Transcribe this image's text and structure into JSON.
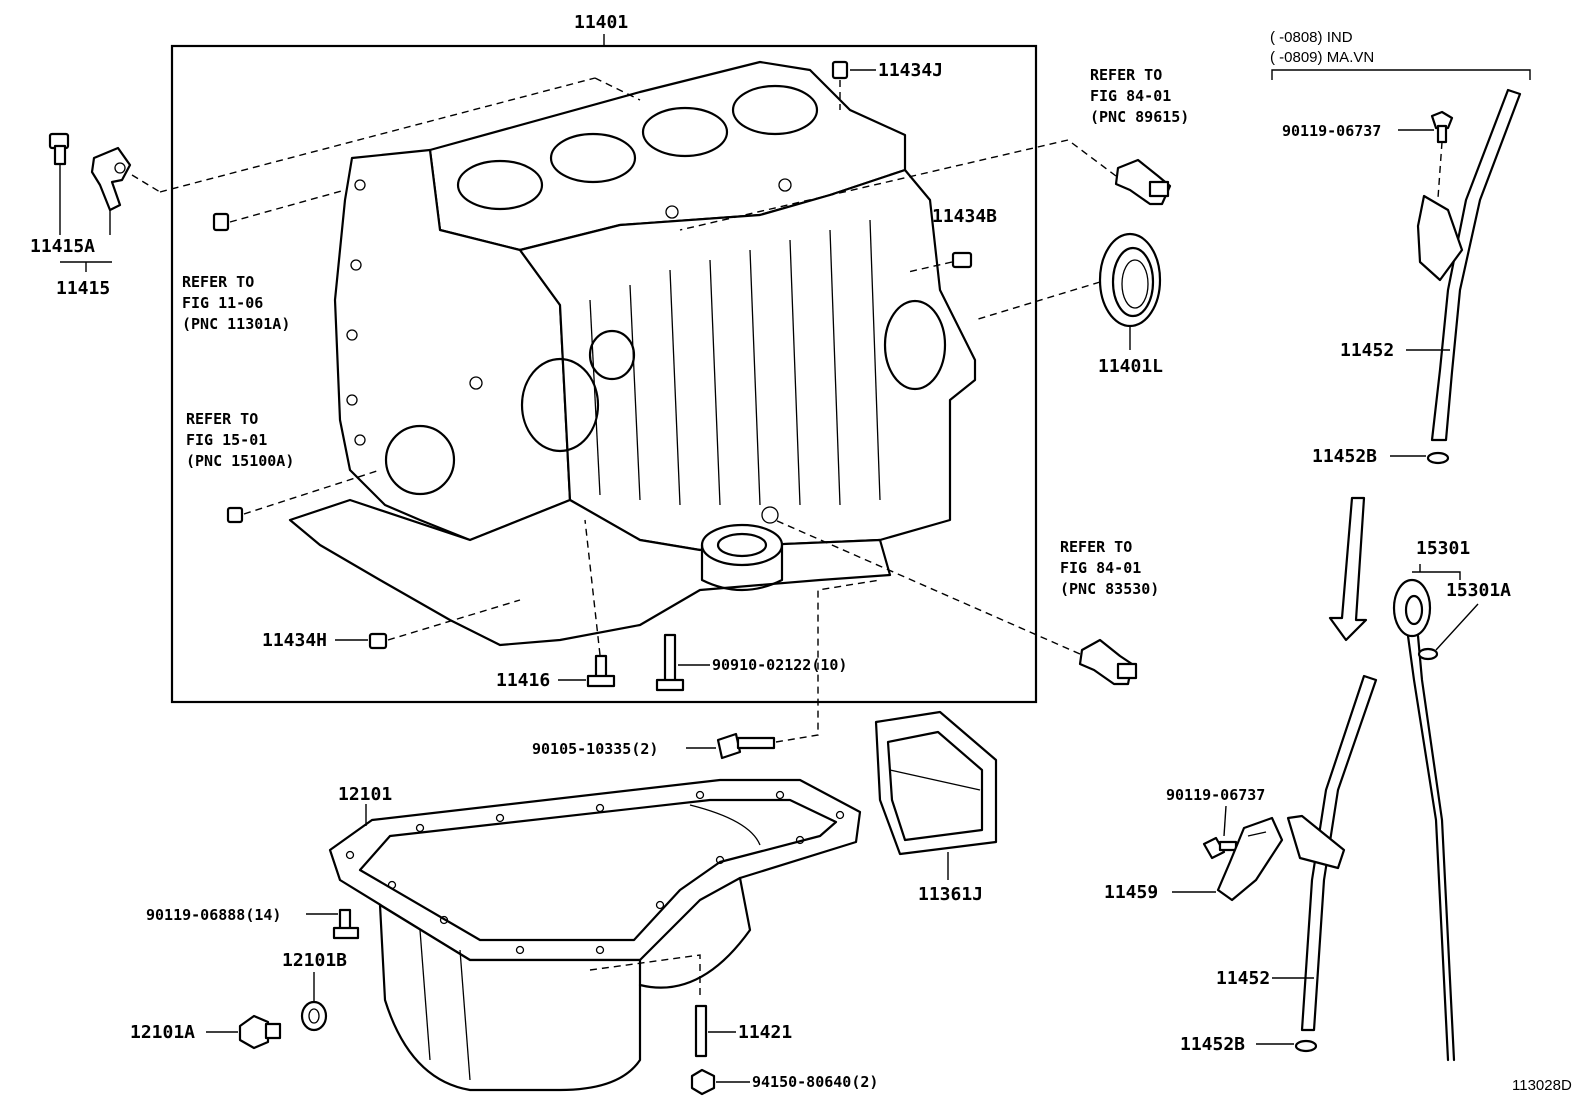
{
  "diagram_code": "113028D",
  "applicability": {
    "line1": "(     -0808) IND",
    "line2": "(     -0809) MA.VN"
  },
  "labels": {
    "p11401": "11401",
    "p11434J": "11434J",
    "p11434B": "11434B",
    "p11401L": "11401L",
    "p11415A": "11415A",
    "p11415": "11415",
    "p11434H": "11434H",
    "p11416": "11416",
    "p90910": "90910-02122(10)",
    "p90105": "90105-10335(2)",
    "p12101": "12101",
    "p90119_06888": "90119-06888(14)",
    "p12101B": "12101B",
    "p12101A": "12101A",
    "p11421": "11421",
    "p94150": "94150-80640(2)",
    "p11361J": "11361J",
    "p90119_06737_top": "90119-06737",
    "p11452_top": "11452",
    "p11452B_top": "11452B",
    "p15301": "15301",
    "p15301A": "15301A",
    "p90119_06737_low": "90119-06737",
    "p11459": "11459",
    "p11452_low": "11452",
    "p11452B_low": "11452B"
  },
  "references": {
    "ref_11_06": {
      "l1": "REFER TO",
      "l2": "FIG 11-06",
      "l3": "(PNC 11301A)"
    },
    "ref_15_01": {
      "l1": "REFER TO",
      "l2": "FIG 15-01",
      "l3": "(PNC 15100A)"
    },
    "ref_84_01a": {
      "l1": "REFER TO",
      "l2": "FIG 84-01",
      "l3": "(PNC 89615)"
    },
    "ref_84_01b": {
      "l1": "REFER TO",
      "l2": "FIG 84-01",
      "l3": "(PNC 83530)"
    }
  }
}
